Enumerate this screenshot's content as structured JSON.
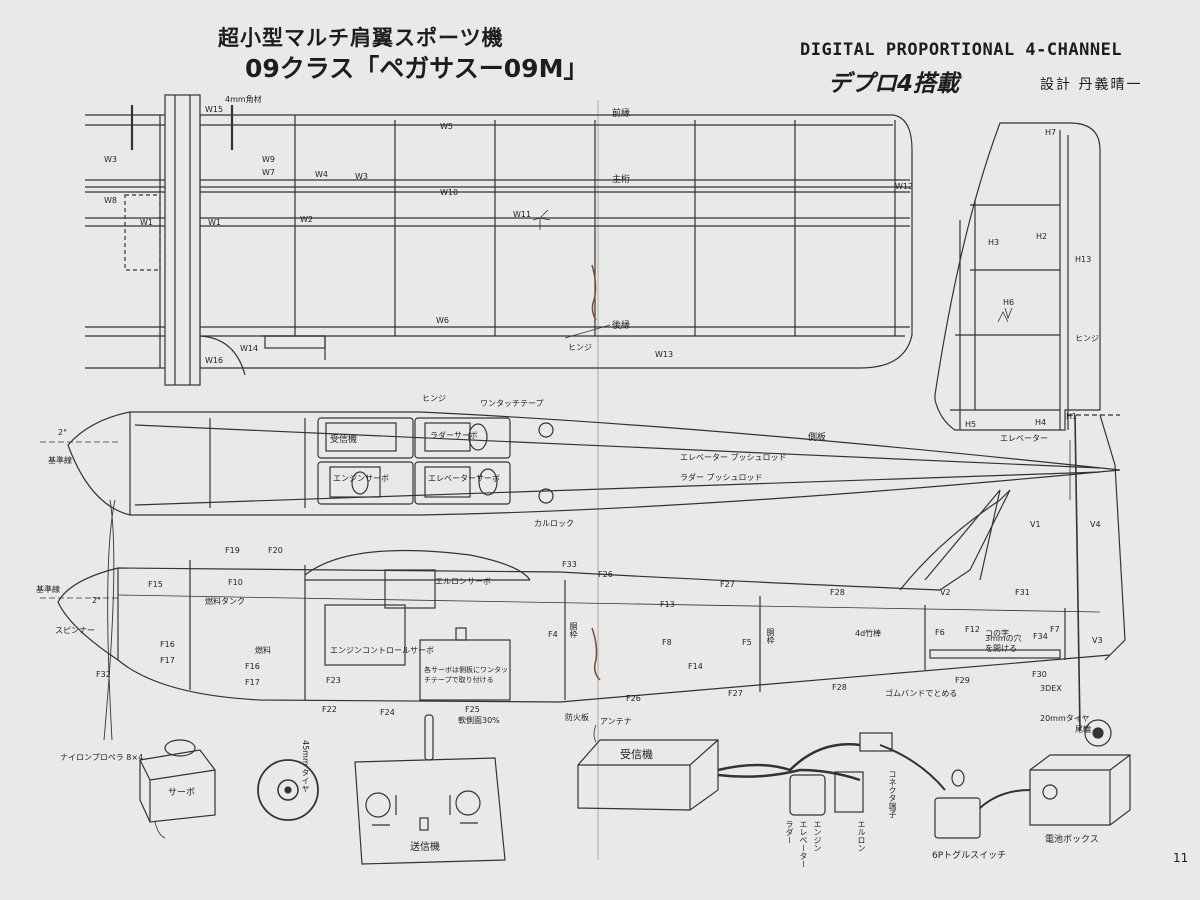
{
  "header": {
    "title_line1": "超小型マルチ肩翼スポーツ機",
    "title_line2": "09クラス「ペガサスー09M」",
    "subtitle_en": "DIGITAL PROPORTIONAL 4-CHANNEL",
    "subtitle_jp": "デプロ4搭載",
    "designer": "設計 丹義晴一"
  },
  "page_number": "11",
  "wing": {
    "label_4mm": "4mm角材",
    "leading_edge": "前縁",
    "main_spar": "主桁",
    "trailing_edge": "後縁",
    "hinge": "ヒンジ",
    "parts": [
      "W15",
      "W3",
      "W9",
      "W7",
      "W4",
      "W3",
      "W8",
      "W1",
      "W1",
      "W2",
      "W5",
      "W10",
      "W11",
      "W12",
      "W6",
      "W13",
      "W14",
      "W16"
    ]
  },
  "tail": {
    "parts": [
      "H7",
      "H3",
      "H2",
      "H13",
      "H6",
      "H5",
      "H4",
      "H1"
    ],
    "hinge": "ヒンジ",
    "elevator_horn": "エレベーター"
  },
  "fuselage_top": {
    "receiver": "受信機",
    "rudder_servo": "ラダーサーボ",
    "engine_servo": "エンジンサーボ",
    "elevator_servo": "エレベーターサーボ",
    "canopy_lock": "カルロック",
    "side_plate": "側板",
    "tape": "ワンタッチテープ",
    "hinge": "ヒンジ",
    "elevator_rod": "エレベーター プッシュロッド",
    "rudder_rod": "ラダー プッシュロッド",
    "spinner": "基準線",
    "angle": "2°"
  },
  "fuselage_side": {
    "datum": "基準線",
    "spinner": "スピンナー",
    "parts": [
      "F19",
      "F20",
      "F15",
      "F10",
      "F16",
      "F17",
      "F16",
      "F17",
      "F32",
      "F22",
      "F23",
      "F24",
      "F25",
      "F33",
      "F26",
      "F27",
      "F28",
      "F31",
      "F13",
      "F4",
      "F8",
      "F5",
      "F14",
      "F26",
      "F27",
      "F28",
      "F6",
      "F12",
      "F7",
      "F34",
      "F29",
      "F30",
      "V1",
      "V2",
      "V3",
      "V4"
    ],
    "engine_servo": "エンジンコントロールサーボ",
    "aileron_servo": "エルロンサーボ",
    "tape_note": "各サーボは側板にワンタッチテープで取り付ける",
    "ratio": "軟側面30%",
    "stringer": "4d竹棒",
    "rubber_band": "ゴムバンドでとめる",
    "firewall": "防火板",
    "tail_wheel": "20mmタイヤ",
    "tail_wheel_note": "尾輪",
    "hole": "3mmの穴を開ける",
    "heater": "3DEX",
    "fuel_tank": "燃料タンク",
    "bulkhead_1": "胴枠",
    "bulkhead_2": "胴枠",
    "angle": "2°",
    "tank_label": "燃料",
    "hole2": "コの字"
  },
  "accessories": {
    "propeller": "ナイロンプロペラ 8×4",
    "servo": "サーボ",
    "wheel": "45mm タイヤ",
    "transmitter": "送信機",
    "receiver": "受信機",
    "antenna": "アンテナ",
    "switch": "6Pトグルスイッチ",
    "battery": "電池ボックス",
    "connector": "コネクタ端子",
    "engine": "エンジン",
    "elevator": "エレベーター",
    "rudder": "ラダー",
    "aileron": "エルロン"
  }
}
